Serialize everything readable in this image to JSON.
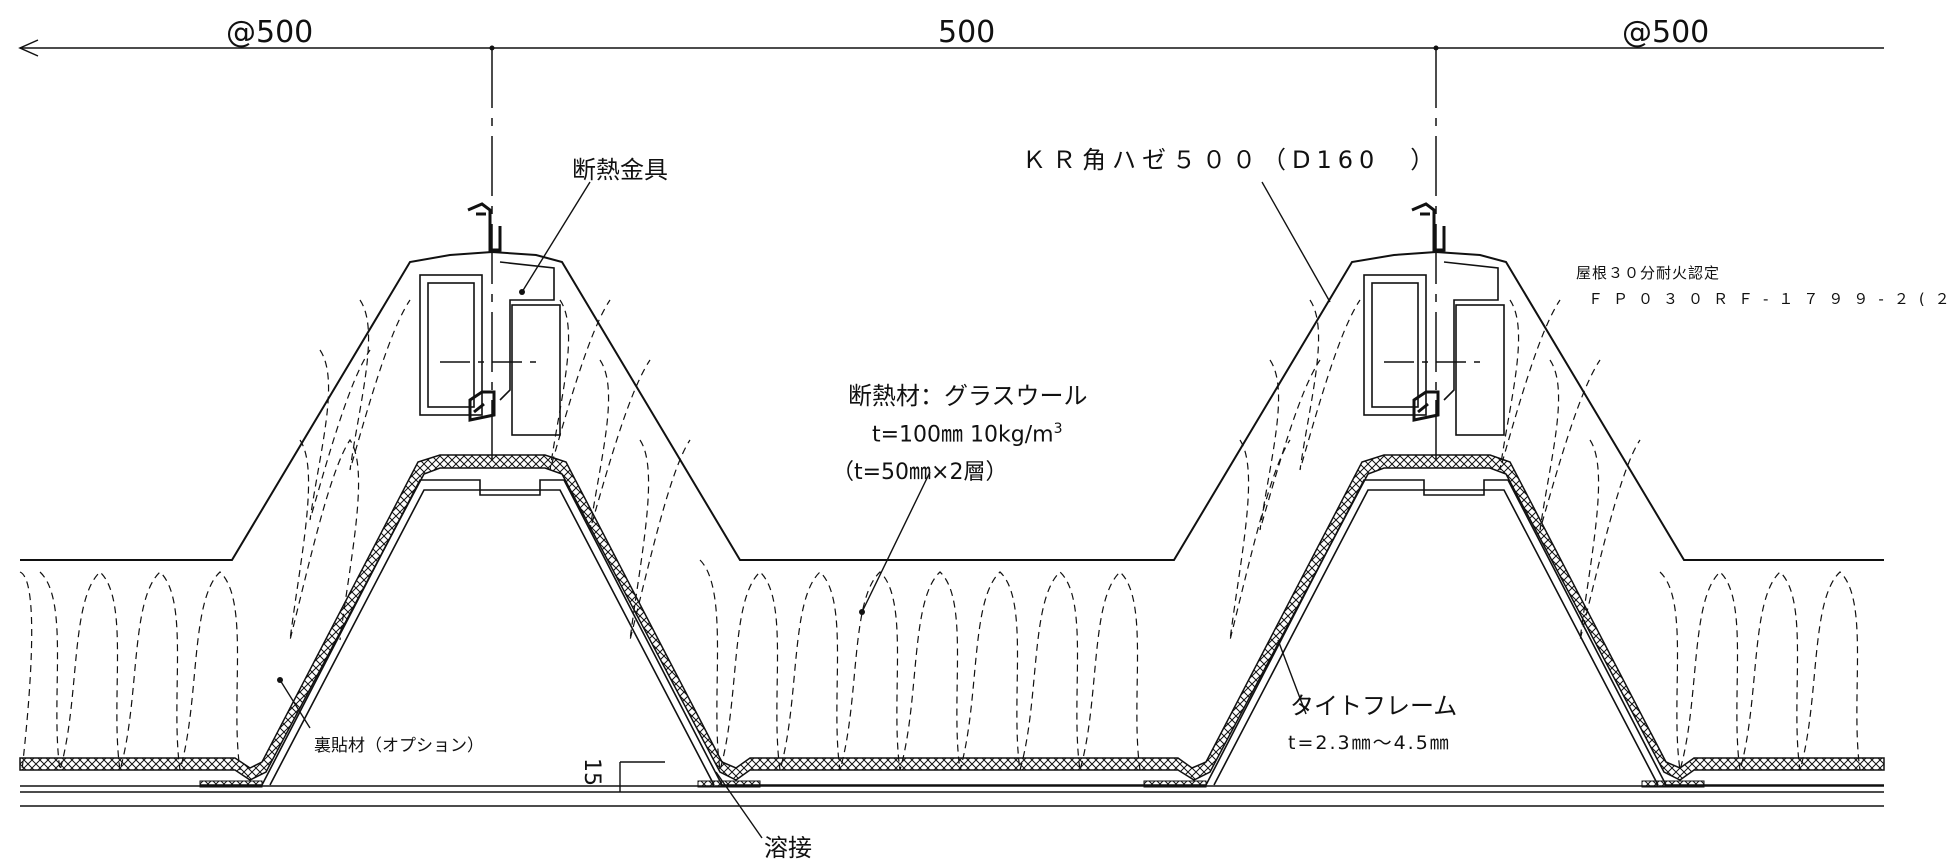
{
  "dimensions": {
    "left_pitch": "@500",
    "center_pitch": "500",
    "right_pitch": "@500",
    "clearance": "15"
  },
  "labels": {
    "insulation_bracket": "断熱金具",
    "roof_panel": "ＫＲ角ハゼ５００（D160　）",
    "fire_cert_title": "屋根３０分耐火認定",
    "fire_cert_number": "ＦＰ０３０ＲＦ-１７９９-２(２",
    "insulation_name": "断熱材：グラスウール",
    "insulation_thickness_prefix": "t=100㎜ 10kg/m",
    "insulation_thickness_sup": "3",
    "insulation_layers": "（t=50㎜×2層）",
    "backing": "裏貼材（オプション）",
    "tight_frame": "タイトフレーム",
    "tight_frame_thickness": "t=2.3㎜～4.5㎜",
    "weld": "溶接"
  },
  "colors": {
    "line": "#111111",
    "background": "#ffffff"
  }
}
